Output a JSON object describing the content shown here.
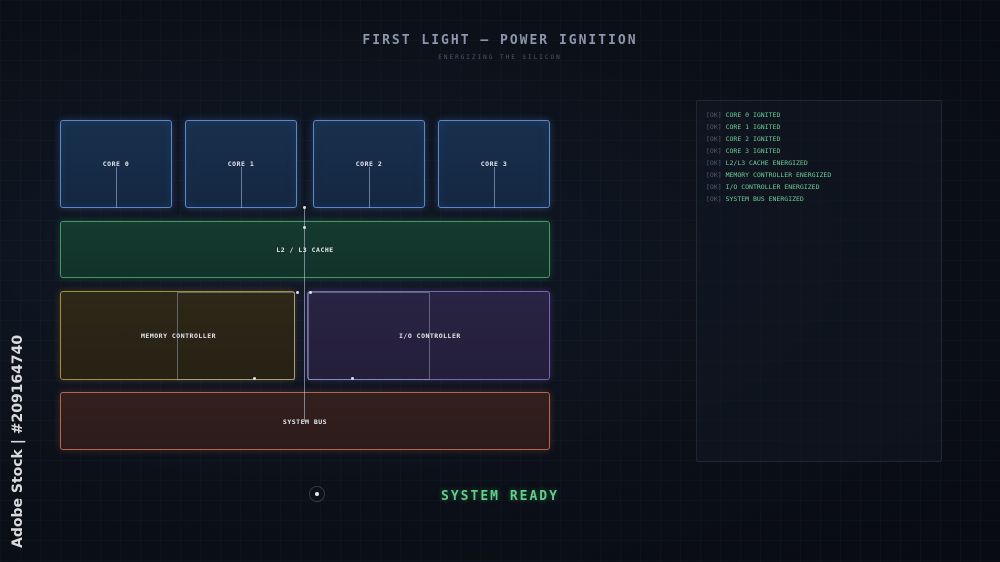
{
  "header": {
    "title": "FIRST LIGHT — POWER IGNITION",
    "subtitle": "ENERGIZING THE SILICON"
  },
  "diagram": {
    "cores": [
      "CORE 0",
      "CORE 1",
      "CORE 2",
      "CORE 3"
    ],
    "cache_label": "L2 / L3 CACHE",
    "memory_label": "MEMORY CONTROLLER",
    "io_label": "I/O CONTROLLER",
    "bus_label": "SYSTEM BUS"
  },
  "log": {
    "tag": "[OK]",
    "lines": [
      "CORE 0 IGNITED",
      "CORE 1 IGNITED",
      "CORE 2 IGNITED",
      "CORE 3 IGNITED",
      "L2/L3 CACHE ENERGIZED",
      "MEMORY CONTROLLER ENERGIZED",
      "I/O CONTROLLER ENERGIZED",
      "SYSTEM BUS ENERGIZED"
    ]
  },
  "status": {
    "text": "SYSTEM READY"
  },
  "watermark": {
    "side_text": "Adobe Stock | #209164740"
  },
  "colors": {
    "core": "#5b86c9",
    "cache": "#3f9a62",
    "memory": "#a88a3a",
    "io": "#7a62b8",
    "bus": "#b8634e",
    "ready": "#5fcf8a"
  }
}
